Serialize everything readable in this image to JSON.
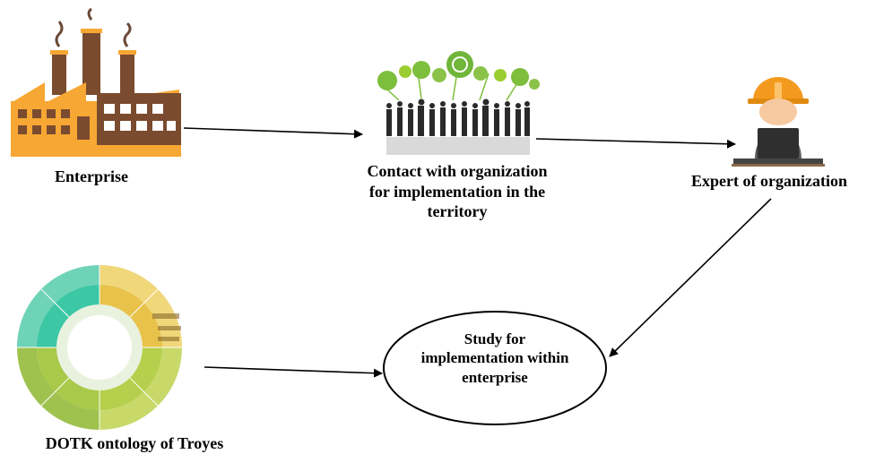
{
  "nodes": {
    "enterprise": {
      "label": "Enterprise",
      "icon": "factory-icon"
    },
    "contact": {
      "line1": "Contact with organization",
      "line2": "for implementation in the",
      "line3": "territory",
      "icon": "business-people-eco-icon"
    },
    "expert": {
      "label": "Expert of organization",
      "icon": "engineer-laptop-icon"
    },
    "study": {
      "line1": "Study for",
      "line2": "implementation within",
      "line3": "enterprise"
    },
    "dotk": {
      "label": "DOTK ontology of Troyes",
      "icon": "sunburst-ontology-icon"
    }
  },
  "edges": [
    {
      "from": "enterprise",
      "to": "contact"
    },
    {
      "from": "contact",
      "to": "expert"
    },
    {
      "from": "expert",
      "to": "study"
    },
    {
      "from": "dotk",
      "to": "study"
    }
  ],
  "colors": {
    "factory_orange": "#F7A733",
    "factory_brown": "#7A4B2F",
    "eco_green": "#7DBE3C",
    "helmet_orange": "#F39A1E",
    "sunburst_teal": "#3CC7A5",
    "sunburst_yellow": "#E8C24A",
    "sunburst_green": "#A9C94A"
  }
}
